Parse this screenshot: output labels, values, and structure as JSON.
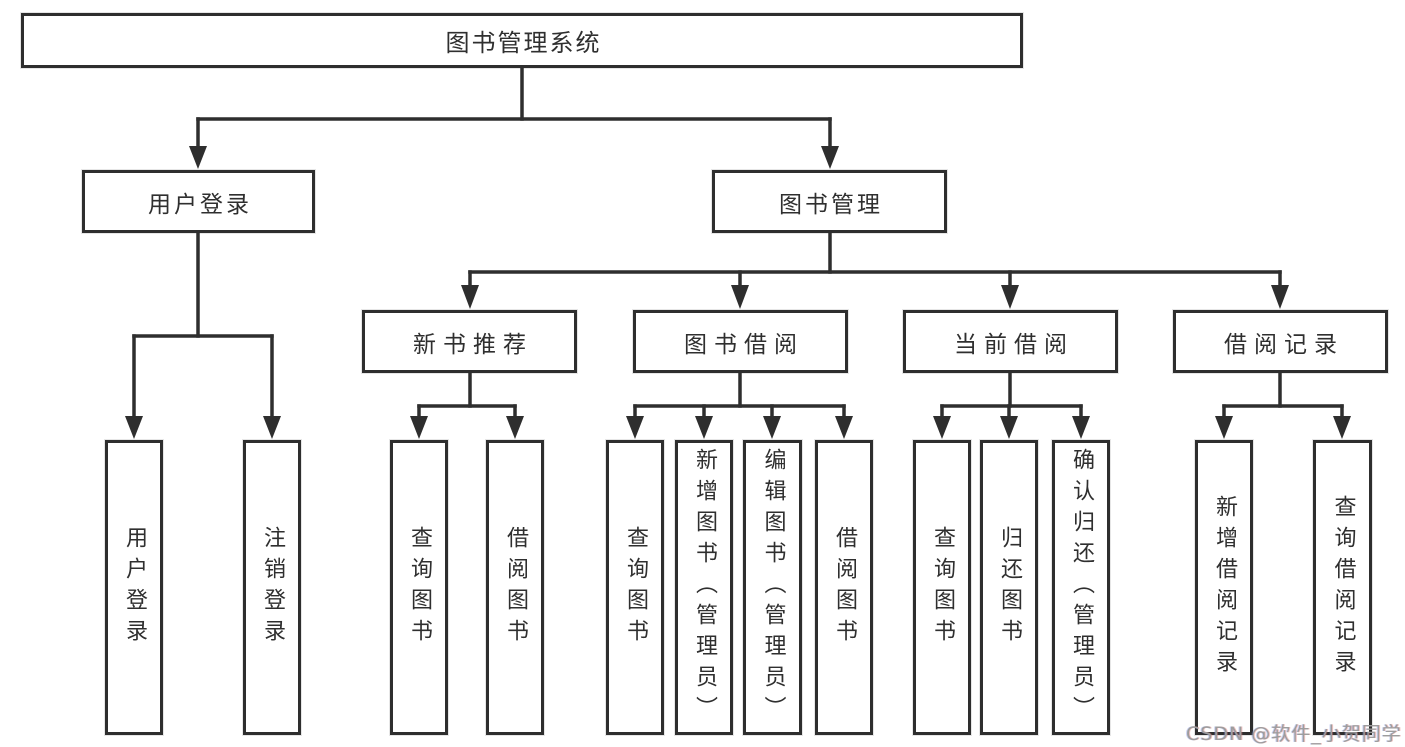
{
  "diagram": {
    "title": "图书管理系统",
    "branches": [
      {
        "label": "用户登录",
        "children": [
          {
            "label": "用户登录"
          },
          {
            "label": "注销登录"
          }
        ]
      },
      {
        "label": "图书管理",
        "children": [
          {
            "label": "新书推荐",
            "children": [
              {
                "label": "查询图书"
              },
              {
                "label": "借阅图书"
              }
            ]
          },
          {
            "label": "图书借阅",
            "children": [
              {
                "label": "查询图书"
              },
              {
                "label": "新增图书（管理员）"
              },
              {
                "label": "编辑图书（管理员）"
              },
              {
                "label": "借阅图书"
              }
            ]
          },
          {
            "label": "当前借阅",
            "children": [
              {
                "label": "查询图书"
              },
              {
                "label": "归还图书"
              },
              {
                "label": "确认归还（管理员）"
              }
            ]
          },
          {
            "label": "借阅记录",
            "children": [
              {
                "label": "新增借阅记录"
              },
              {
                "label": "查询借阅记录"
              }
            ]
          }
        ]
      }
    ]
  },
  "watermark": "CSDN @软件_小贺同学",
  "colors": {
    "line": "#2e2e2e",
    "text": "#2f2f2f",
    "watermark": "#9d9d9d",
    "background": "#ffffff"
  }
}
